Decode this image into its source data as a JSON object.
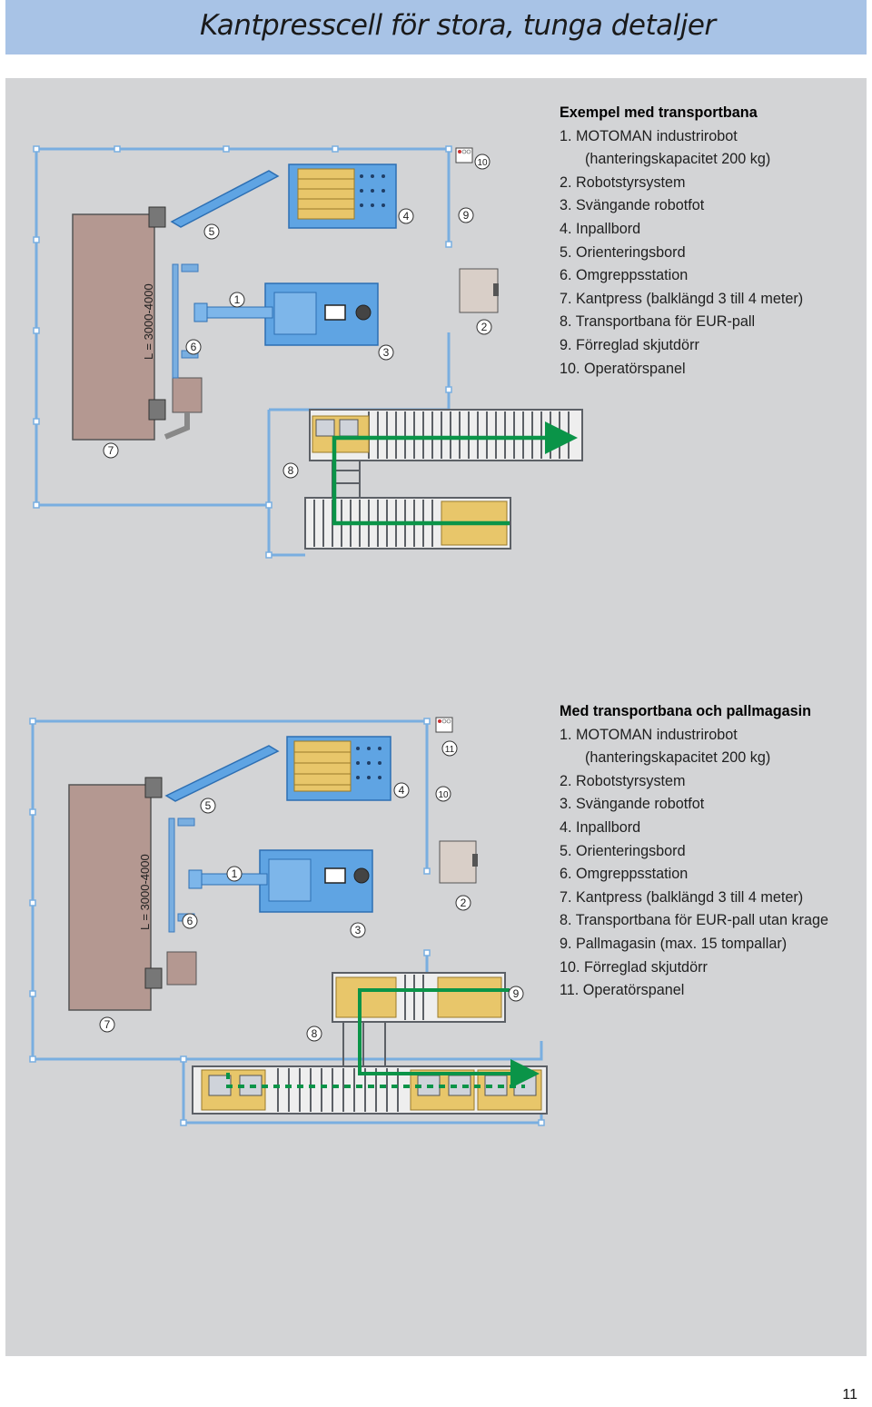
{
  "title": "Kantpresscell för stora, tunga detaljer",
  "page_number": "11",
  "section1": {
    "heading": "Exempel med transportbana",
    "items": [
      "1. MOTOMAN industrirobot",
      "(hanteringskapacitet 200 kg)",
      "2. Robotstyrsystem",
      "3. Svängande robotfot",
      "4. Inpallbord",
      "5. Orienteringsbord",
      "6. Omgreppsstation",
      "7. Kantpress (balklängd 3 till 4 meter)",
      "8. Transportbana för EUR-pall",
      "9. Förreglad skjutdörr",
      "10. Operatörspanel"
    ],
    "length_label": "L = 3000-4000",
    "callouts": [
      "1",
      "2",
      "3",
      "4",
      "5",
      "6",
      "7",
      "8",
      "9",
      "10"
    ]
  },
  "section2": {
    "heading": "Med transportbana och pallmagasin",
    "items": [
      "1. MOTOMAN industrirobot",
      "(hanteringskapacitet 200 kg)",
      "2. Robotstyrsystem",
      "3. Svängande robotfot",
      "4. Inpallbord",
      "5. Orienteringsbord",
      "6. Omgreppsstation",
      "7. Kantpress (balklängd 3 till 4 meter)",
      "8. Transportbana för EUR-pall utan krage",
      "9. Pallmagasin (max. 15 tompallar)",
      "10. Förreglad skjutdörr",
      "11. Operatörspanel"
    ],
    "length_label": "L = 3000-4000",
    "callouts": [
      "1",
      "2",
      "3",
      "4",
      "5",
      "6",
      "7",
      "8",
      "9",
      "10",
      "11"
    ]
  },
  "colors": {
    "header_bg": "#a8c3e6",
    "panel_bg": "#d3d4d6",
    "fence": "#79aee0",
    "machine_blue": "#5fa4e3",
    "press_brown": "#b49891",
    "pallet_yellow": "#e8c66a",
    "flow_green": "#0a9448",
    "conveyor_dark": "#5c6066"
  }
}
